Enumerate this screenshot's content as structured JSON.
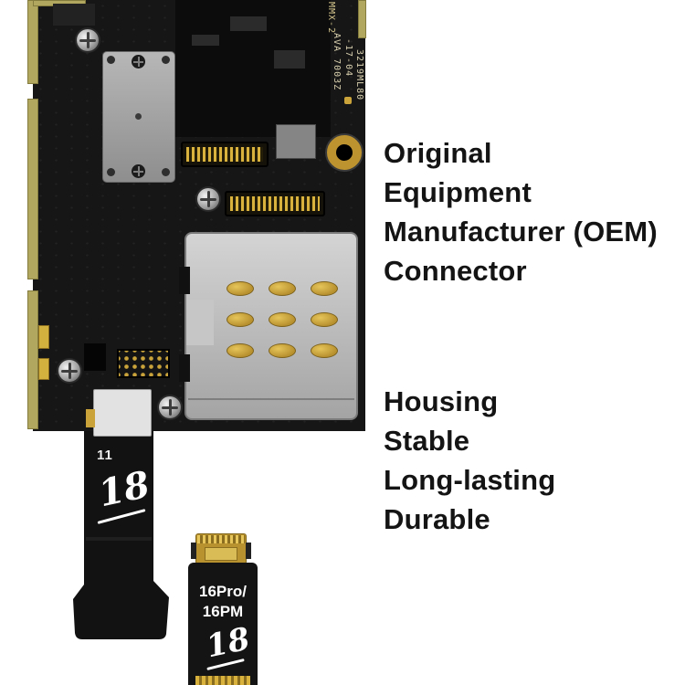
{
  "annotations": {
    "oem": {
      "lines": [
        "Original",
        "Equipment",
        "Manufacturer (OEM)",
        "Connector"
      ]
    },
    "features": {
      "lines": [
        "Housing",
        "Stable",
        "Long-lasting",
        "Durable"
      ]
    }
  },
  "board": {
    "silkscreen": {
      "corner": "MMX-2",
      "line1": "AVA 7003Z",
      "line2": "-17-04",
      "line3": "3219ML80"
    }
  },
  "main_cable": {
    "model": "11",
    "handwritten_mark": "18"
  },
  "small_cable": {
    "model_line1": "16Pro/",
    "model_line2": "16PM",
    "handwritten_mark": "18"
  },
  "colors": {
    "background": "#ffffff",
    "board": "#161616",
    "gold_contact": "#c8a23a",
    "pcb_edge_plating": "#b2a75e",
    "shield_silver": "#b7b7b7",
    "annotation_text": "#141414",
    "cable_black": "#141414",
    "cable_print": "#ffffff"
  }
}
